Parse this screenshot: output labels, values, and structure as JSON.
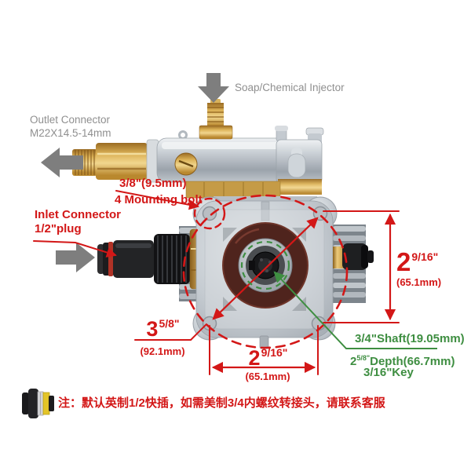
{
  "colors": {
    "red": "#d31717",
    "green": "#3e8e41",
    "gray": "#8f8f8f",
    "arrow": "#7e7e7e"
  },
  "labels": {
    "soap_injector": "Soap/Chemical Injector",
    "outlet_line1": "Outlet Connector",
    "outlet_line2": "M22X14.5-14mm",
    "bolt_size": "3/8\"(9.5mm)",
    "mounting_bolt": "4 Mounting bolt",
    "inlet_line1": "Inlet Connector",
    "inlet_line2": "1/2\"plug",
    "shaft": "3/4\"Shaft(19.05mm)",
    "key": "3/16\"Key"
  },
  "dimensions": {
    "right": {
      "whole": "2",
      "frac": "9/16\"",
      "mm": "(65.1mm)"
    },
    "bottom": {
      "whole": "2",
      "frac": "9/16\"",
      "mm": "(65.1mm)"
    },
    "diagonal": {
      "whole": "3",
      "frac": "5/8\"",
      "mm": "(92.1mm)"
    },
    "depth": {
      "whole": "2",
      "frac": "5/8\"",
      "rest": "Depth(66.7mm)"
    }
  },
  "note": {
    "text": "注：默认英制1/2快插，如需美制3/4内螺纹转接头，请联系客服"
  },
  "icons": {
    "soap_arrow": "block-arrow-down",
    "outlet_arrow": "block-arrow-left",
    "inlet_arrow": "block-arrow-right",
    "thumbnail": "quick-connect-plug"
  }
}
